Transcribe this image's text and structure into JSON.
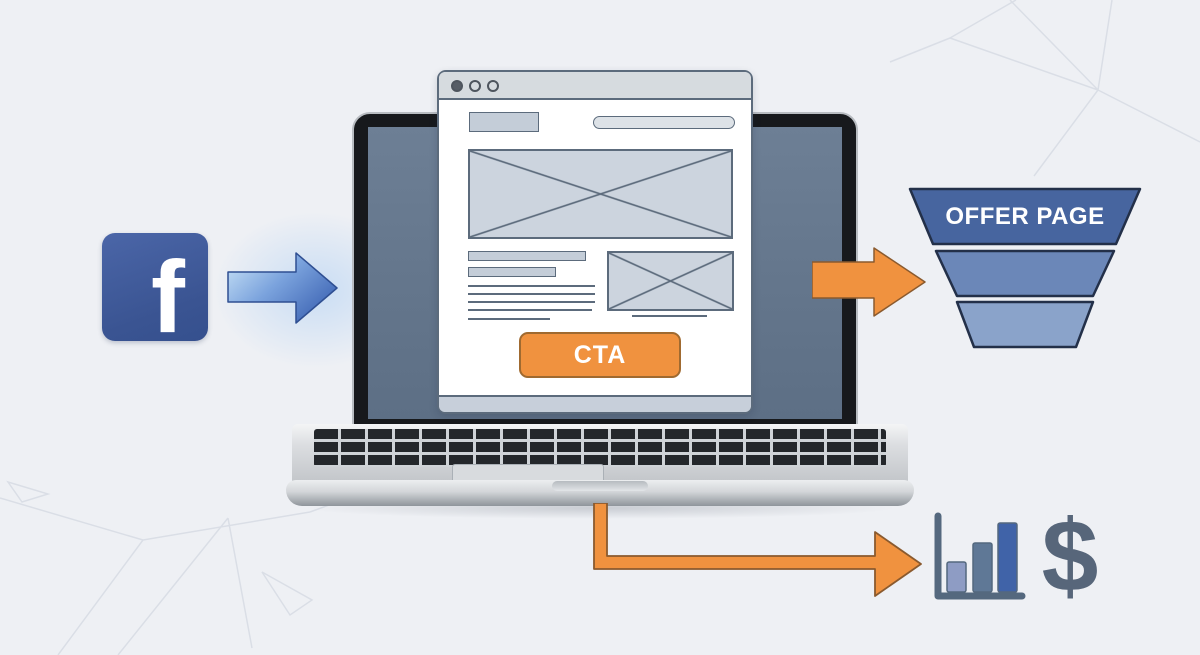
{
  "background": {
    "color": "#eef0f4",
    "line_color": "#d7dce4"
  },
  "facebook_icon": {
    "glyph": "f",
    "brand_color": "#3e5a9c"
  },
  "blue_arrow": {
    "gradient_start": "#cde6f8",
    "gradient_end": "#3f66b5",
    "outline": "#2f4f92"
  },
  "laptop": {
    "screen_color": "#63758b",
    "bezel_color": "#17191c",
    "body_color": "#d3d6d9",
    "browser": {
      "titlebar_dots": 3,
      "cta_label": "CTA",
      "cta_color": "#f0923f",
      "wireframe_fill": "#ccd4de",
      "wireframe_line": "#5c6b7c"
    }
  },
  "orange_arrow": {
    "color": "#f0923f",
    "outline": "#8a5a2e"
  },
  "funnel": {
    "label": "OFFER PAGE",
    "tier_colors": [
      "#47659f",
      "#6b87b8",
      "#8aa3ca"
    ],
    "outline": "#233049"
  },
  "results": {
    "dollar_sign": "$",
    "dollar_color": "#57667a",
    "chart_axis_color": "#54687e",
    "chart_bar_colors": [
      "#8e9cc4",
      "#5f7896",
      "#4063a8"
    ]
  }
}
